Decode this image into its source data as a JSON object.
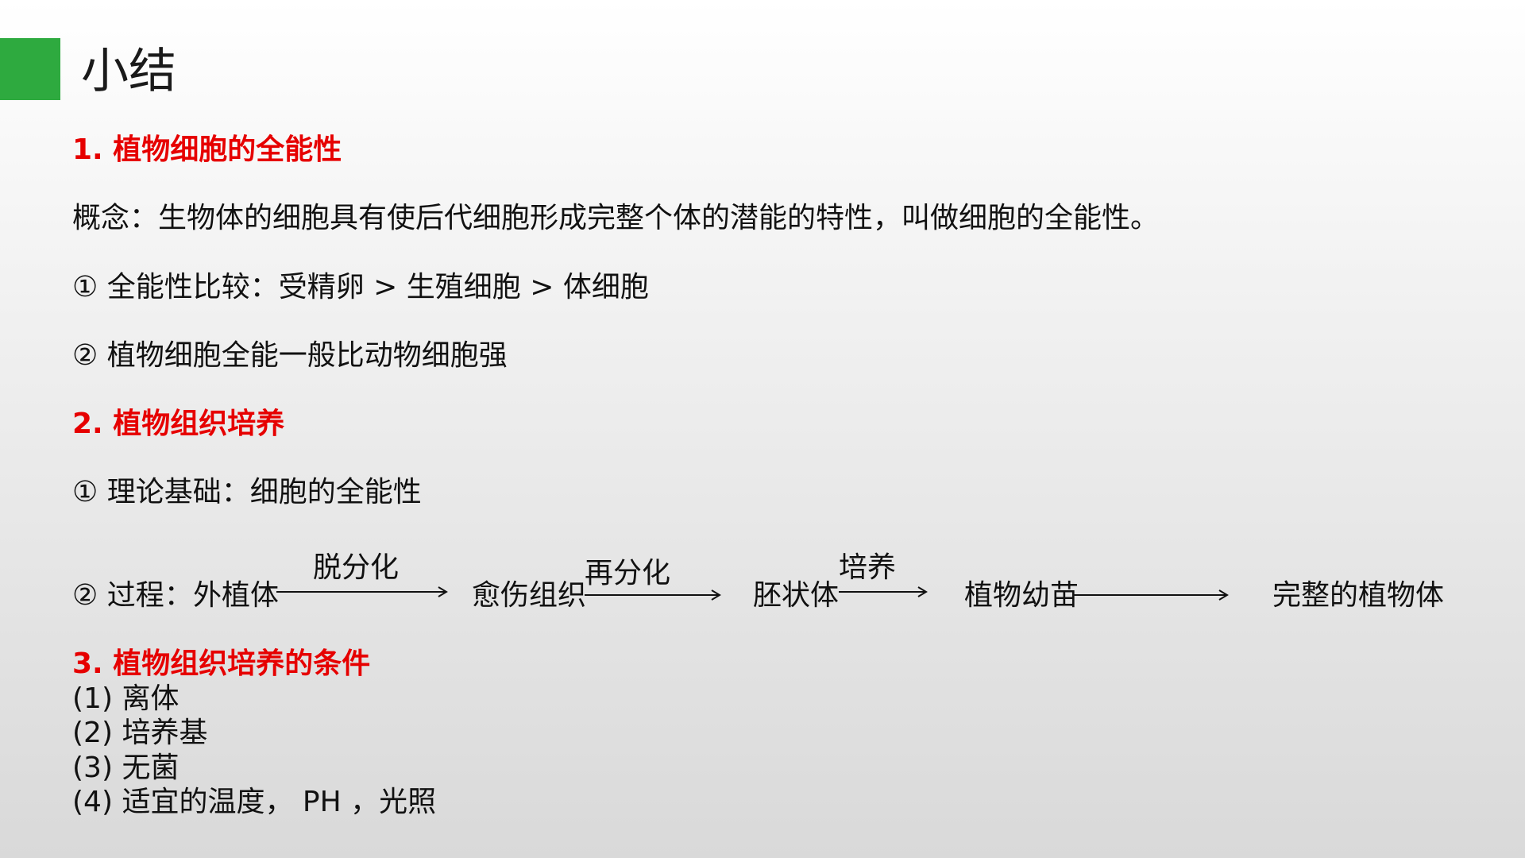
{
  "slide": {
    "title": "小结",
    "accent_color": "#2eaa3f",
    "heading_color": "#e60000"
  },
  "section1": {
    "heading": "1. 植物细胞的全能性",
    "concept": "概念：生物体的细胞具有使后代细胞形成完整个体的潜能的特性，叫做细胞的全能性。",
    "point1": "① 全能性比较：受精卵 > 生殖细胞 > 体细胞",
    "point2": "② 植物细胞全能一般比动物细胞强"
  },
  "section2": {
    "heading": "2. 植物组织培养",
    "point1": "① 理论基础：细胞的全能性",
    "process": {
      "prefix": "② 过程：",
      "nodes": [
        "外植体",
        "愈伤组织",
        "胚状体",
        "植物幼苗",
        "完整的植物体"
      ],
      "arrow_labels": [
        "脱分化",
        "再分化",
        "培养",
        ""
      ]
    }
  },
  "section3": {
    "heading": "3. 植物组织培养的条件",
    "items": [
      "(1) 离体",
      "(2) 培养基",
      "(3) 无菌",
      "(4) 适宜的温度， PH ，光照"
    ]
  }
}
